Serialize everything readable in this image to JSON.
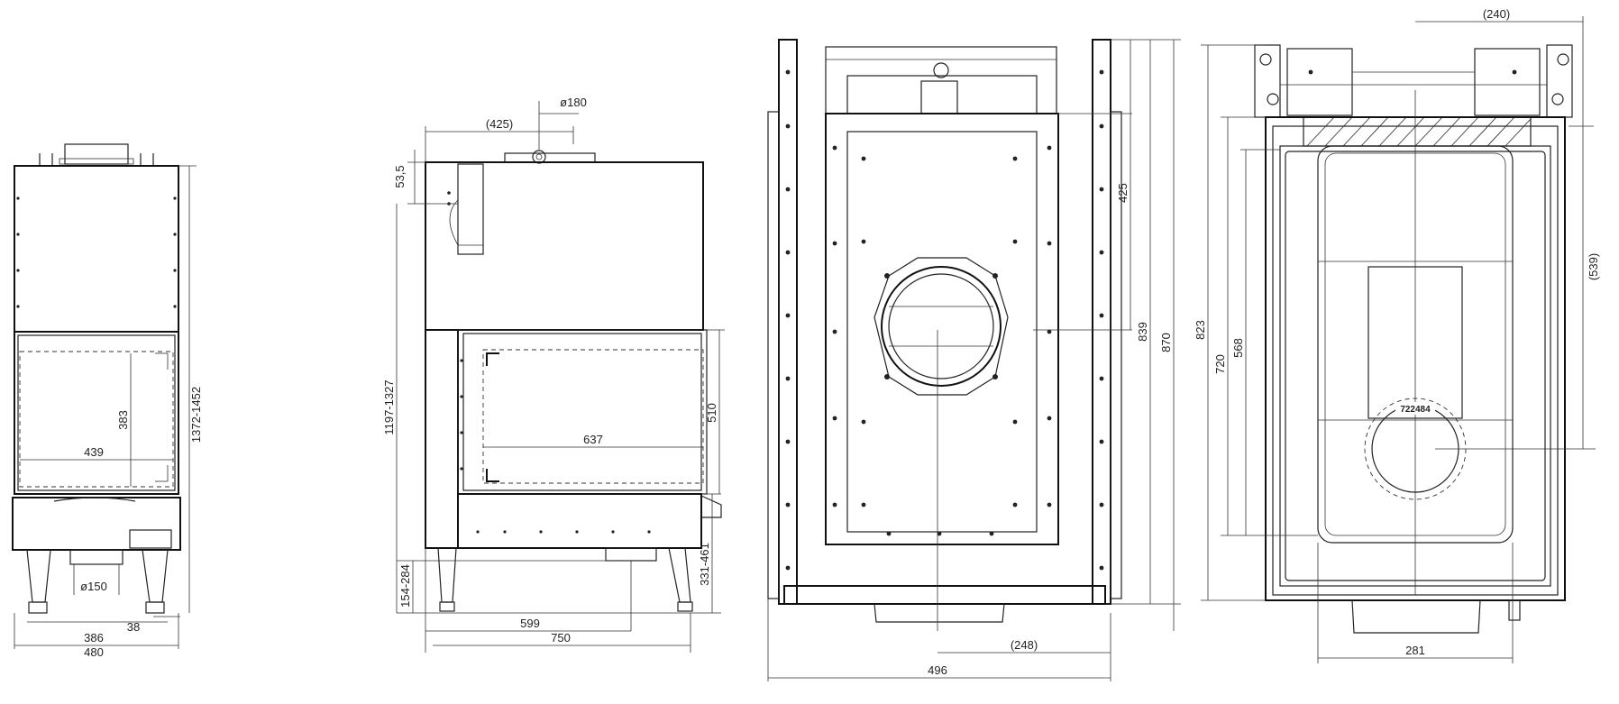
{
  "views": {
    "front": {
      "dims": [
        "1372-1452",
        "383",
        "439",
        "ø150",
        "386",
        "480",
        "38"
      ]
    },
    "side": {
      "dims": [
        "ø180",
        "(425)",
        "53,5",
        "1197-1327",
        "510",
        "637",
        "331-461",
        "154-284",
        "599",
        "750"
      ]
    },
    "top": {
      "dims": [
        "425",
        "839",
        "870",
        "(248)",
        "496"
      ]
    },
    "section": {
      "dims": [
        "(240)",
        "(539)",
        "823",
        "720",
        "568",
        "281"
      ],
      "label": "722484"
    }
  },
  "colors": {
    "line": "#222222",
    "background": "#ffffff"
  }
}
